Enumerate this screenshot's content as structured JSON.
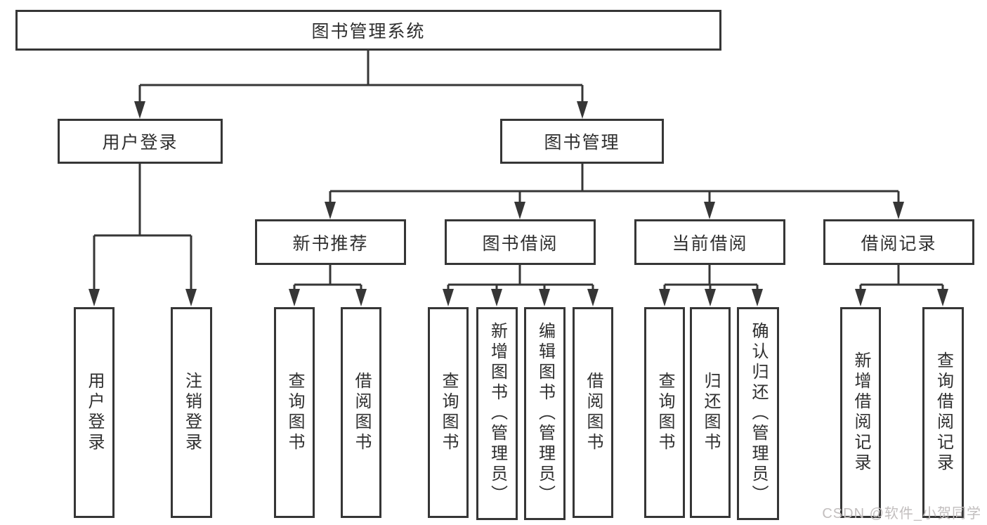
{
  "tree": {
    "label": "图书管理系统",
    "children": [
      {
        "label": "用户登录",
        "children": [
          {
            "label": "用户登录"
          },
          {
            "label": "注销登录"
          }
        ]
      },
      {
        "label": "图书管理",
        "children": [
          {
            "label": "新书推荐",
            "children": [
              {
                "label": "查询图书"
              },
              {
                "label": "借阅图书"
              }
            ]
          },
          {
            "label": "图书借阅",
            "children": [
              {
                "label": "查询图书"
              },
              {
                "label": "新增图书（管理员）"
              },
              {
                "label": "编辑图书（管理员）"
              },
              {
                "label": "借阅图书"
              }
            ]
          },
          {
            "label": "当前借阅",
            "children": [
              {
                "label": "查询图书"
              },
              {
                "label": "归还图书"
              },
              {
                "label": "确认归还（管理员）"
              }
            ]
          },
          {
            "label": "借阅记录",
            "children": [
              {
                "label": "新增借阅记录"
              },
              {
                "label": "查询借阅记录"
              }
            ]
          }
        ]
      }
    ]
  },
  "watermark": {
    "text": "CSDN @软件_小贺同学"
  },
  "colors": {
    "line": "#363636",
    "box_border": "#363636",
    "text": "#2f2f2f",
    "watermark": "#c2bebe",
    "background": "#ffffff"
  }
}
